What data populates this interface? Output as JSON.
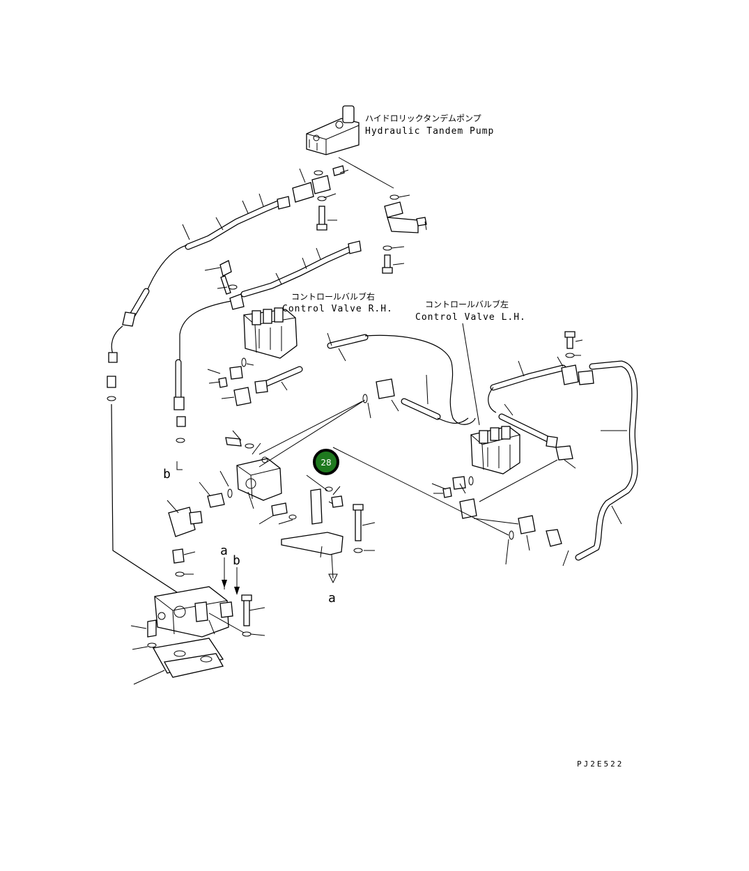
{
  "labels": {
    "pump_jp": "ハイドロリックタンデムポンプ",
    "pump_en": "Hydraulic Tandem Pump",
    "cv_rh_jp": "コントロールバルブ右",
    "cv_rh_en": "Control Valve R.H.",
    "cv_lh_jp": "コントロールバルブ左",
    "cv_lh_en": "Control Valve L.H."
  },
  "refs": {
    "a": "a",
    "b": "b"
  },
  "callout": {
    "number": "28",
    "color": "#1f7a1f",
    "ring_color": "#000000"
  },
  "drawing_code": "PJ2E522"
}
